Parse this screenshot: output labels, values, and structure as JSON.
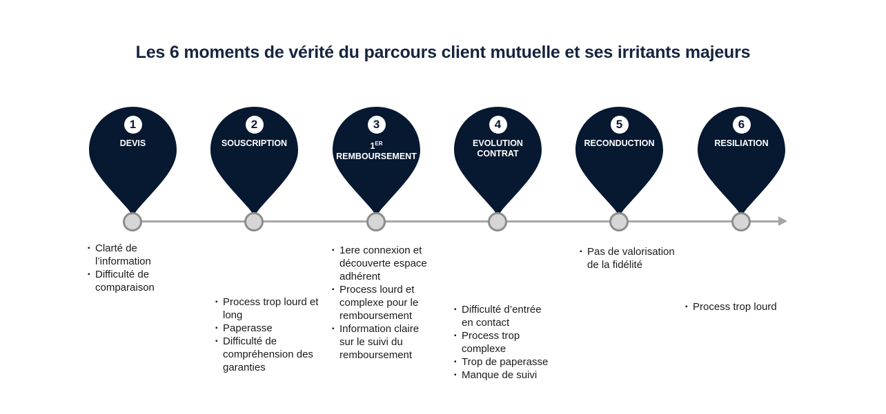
{
  "title": "Les 6 moments de vérité du parcours client mutuelle et ses irritants majeurs",
  "colors": {
    "pin": "#071831",
    "pin_text": "#ffffff",
    "title_text": "#16243f",
    "timeline_line": "#a6a6a6",
    "node_fill": "#d6d6d6",
    "node_border": "#8c8c8c",
    "body_text": "#1a1a1a"
  },
  "stages": [
    {
      "number": "1",
      "label_lines": [
        {
          "text": "DEVIS"
        }
      ],
      "irritants": [
        "Clarté de l’information",
        "Difficulté de comparaison"
      ]
    },
    {
      "number": "2",
      "label_lines": [
        {
          "text": "SOUSCRIPTION"
        }
      ],
      "irritants": [
        "Process trop lourd et long",
        "Paperasse",
        "Difficulté de compréhension des garanties"
      ]
    },
    {
      "number": "3",
      "label_lines": [
        {
          "text": "1",
          "sup": "ER"
        },
        {
          "text": "REMBOURSEMENT"
        }
      ],
      "irritants": [
        "1ere connexion et découverte espace adhérent",
        "Process lourd et complexe pour le remboursement",
        "Information claire sur le suivi du remboursement"
      ]
    },
    {
      "number": "4",
      "label_lines": [
        {
          "text": "EVOLUTION"
        },
        {
          "text": "CONTRAT"
        }
      ],
      "irritants": [
        "Difficulté d’entrée en contact",
        "Process trop complexe",
        "Trop de paperasse",
        "Manque de suivi"
      ]
    },
    {
      "number": "5",
      "label_lines": [
        {
          "text": "RECONDUCTION"
        }
      ],
      "irritants": [
        "Pas de valorisation de la fidélité"
      ]
    },
    {
      "number": "6",
      "label_lines": [
        {
          "text": "RESILIATION"
        }
      ],
      "irritants": [
        "Process trop lourd"
      ]
    }
  ]
}
